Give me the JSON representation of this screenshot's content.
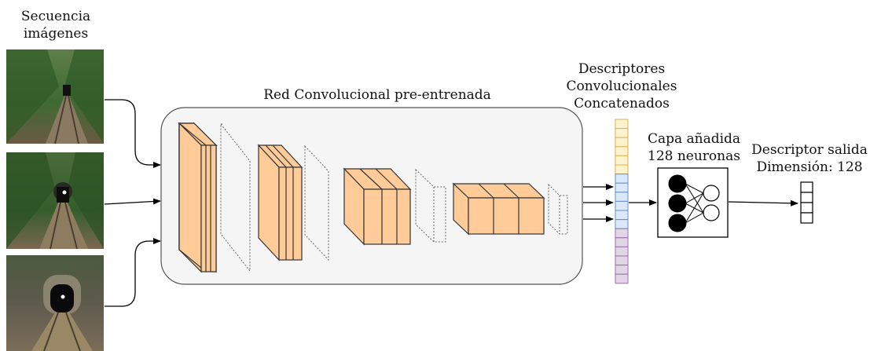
{
  "labels": {
    "sequence_line1": "Secuencia",
    "sequence_line2": "imágenes",
    "cnn_title": "Red Convolucional pre-entrenada",
    "descriptors_line1": "Descriptores",
    "descriptors_line2": "Convolucionales",
    "descriptors_line3": "Concatenados",
    "added_layer_line1": "Capa añadida",
    "added_layer_line2": "128 neuronas",
    "output_line1": "Descriptor salida",
    "output_line2": "Dimensión: 128"
  },
  "colors": {
    "block_fill": "#ffcc99",
    "network_box_fill": "#f5f5f5",
    "descriptor_yellow": "#fff2cc",
    "descriptor_yellow_border": "#d6b656",
    "descriptor_blue": "#dae8fc",
    "descriptor_blue_border": "#6c8ebf",
    "descriptor_purple": "#e1d5e7",
    "descriptor_purple_border": "#9673a6"
  },
  "input_images": [
    {
      "name": "train-tunnel-image-1"
    },
    {
      "name": "train-tunnel-image-2"
    },
    {
      "name": "train-tunnel-image-3"
    }
  ],
  "descriptor_cells": {
    "yellow": 6,
    "blue": 6,
    "purple": 6
  },
  "output_cells": 4,
  "hidden_neurons": 3,
  "output_neurons": 2
}
